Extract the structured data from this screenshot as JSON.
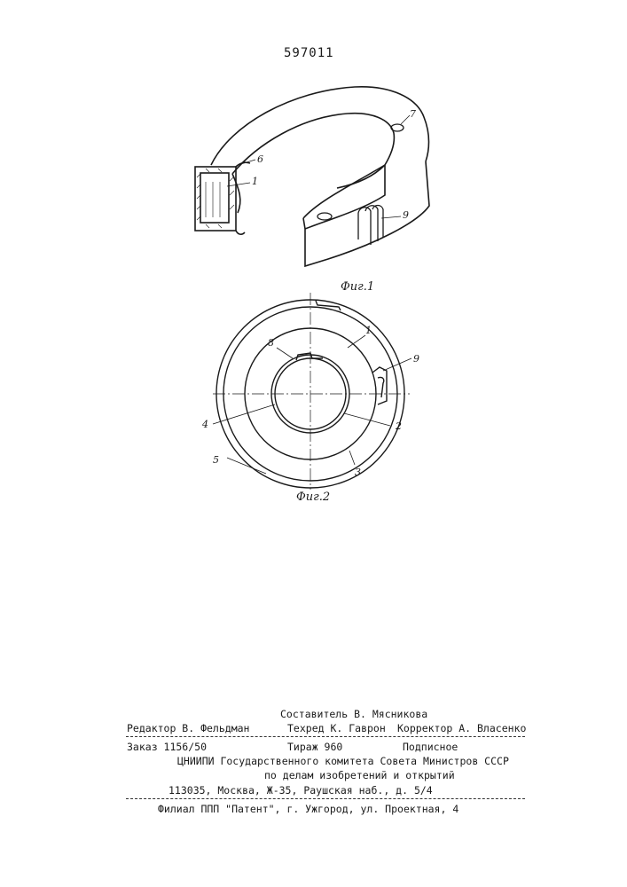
{
  "patent_number": "597011",
  "figures": [
    {
      "caption": "Фиг.1",
      "labels": {
        "l1": "1",
        "l6": "6",
        "l7": "7",
        "l9": "9"
      }
    },
    {
      "caption": "Фиг.2",
      "labels": {
        "l1": "1",
        "l2": "2",
        "l3": "3",
        "l4": "4",
        "l5": "5",
        "l8": "8",
        "l9": "9"
      }
    }
  ],
  "imprint": {
    "compiler": "Составитель В. Мясникова",
    "editor": "Редактор В. Фельдман",
    "techred": "Техред К. Гаврон",
    "corrector": "Корректор А. Власенко",
    "order": "Заказ 1156/50",
    "circulation": "Тираж   960",
    "subscription": "Подписное",
    "org_line1": "ЦНИИПИ Государственного комитета  Совета Министров СССР",
    "org_line2": "по делам изобретений и открытий",
    "address": "113035, Москва, Ж-35, Раушская наб., д. 5/4",
    "branch": "Филиал ППП \"Патент\", г. Ужгород, ул. Проектная, 4"
  }
}
